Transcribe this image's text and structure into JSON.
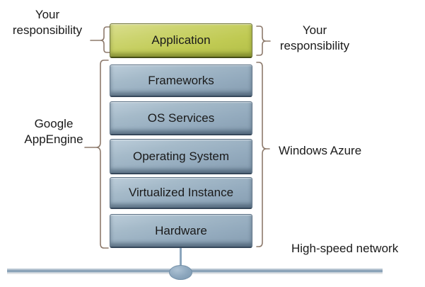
{
  "diagram": {
    "layers": [
      {
        "label": "Application"
      },
      {
        "label": "Frameworks"
      },
      {
        "label": "OS Services"
      },
      {
        "label": "Operating System"
      },
      {
        "label": "Virtualized Instance"
      },
      {
        "label": "Hardware"
      }
    ],
    "annotations": {
      "your_responsibility_left": {
        "line1": "Your",
        "line2": "responsibility"
      },
      "your_responsibility_right": {
        "line1": "Your",
        "line2": "responsibility"
      },
      "google_appengine": {
        "line1": "Google",
        "line2": "AppEngine"
      },
      "windows_azure": {
        "label": "Windows Azure"
      },
      "high_speed_network": {
        "label": "High-speed network"
      }
    },
    "colors": {
      "application_layer_fill": "#bfc951",
      "platform_layer_fill": "#93aabd",
      "brace_stroke": "#8d7a6c",
      "network_line": "#8ba3b8",
      "network_node_fill": "#8ca6bd",
      "text": "#1a1a1a",
      "background": "#ffffff"
    }
  }
}
